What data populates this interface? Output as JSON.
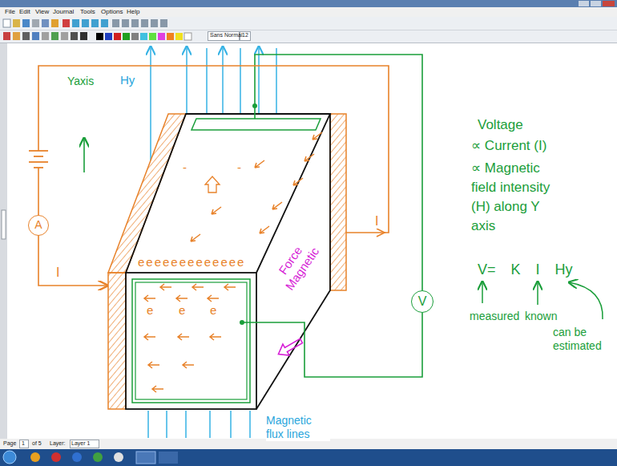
{
  "diagram": {
    "nodes": [
      {
        "text": [
          "A"
        ]
      },
      {
        "text": [
          "V"
        ]
      }
    ],
    "labels": [
      "File",
      "Edit",
      "View",
      "Journal",
      "Tools",
      "Options",
      "Help",
      "Sans Normal",
      "12",
      "Yaxis",
      "Hy",
      "-",
      "-",
      "eeeeeeeeeeeee",
      "I",
      "e",
      "e",
      "e",
      "I",
      "Force Magnetic",
      "Voltage",
      "∝ Current (I)",
      "∝ Magnetic field intensity (H) along Y axis",
      "V= K I Hy",
      "measured",
      "known",
      "can be estimated",
      "Magnetic flux lines",
      "Page",
      "1",
      "of 5",
      "Layer:",
      "Layer 1"
    ]
  }
}
